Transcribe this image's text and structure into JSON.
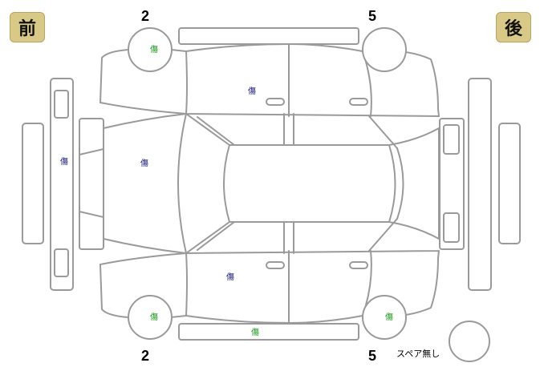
{
  "labels": {
    "front": "前",
    "rear": "後",
    "spare": "スペア無し"
  },
  "tire_numbers": {
    "front_left": "2",
    "rear_left": "5",
    "front_right": "2",
    "rear_right": "5"
  },
  "damage_marks": {
    "front_left_tire": "傷",
    "left_front_door": "傷",
    "front_bumper": "傷",
    "hood": "傷",
    "right_front_door": "傷",
    "front_right_tire": "傷",
    "rear_right_tire": "傷",
    "right_rocker_panel": "傷"
  },
  "colors": {
    "badge_background": "#d9c986",
    "outline": "#9a9a9a",
    "mark_green": "#1a9a1a",
    "mark_navy": "#1a1a7a"
  }
}
